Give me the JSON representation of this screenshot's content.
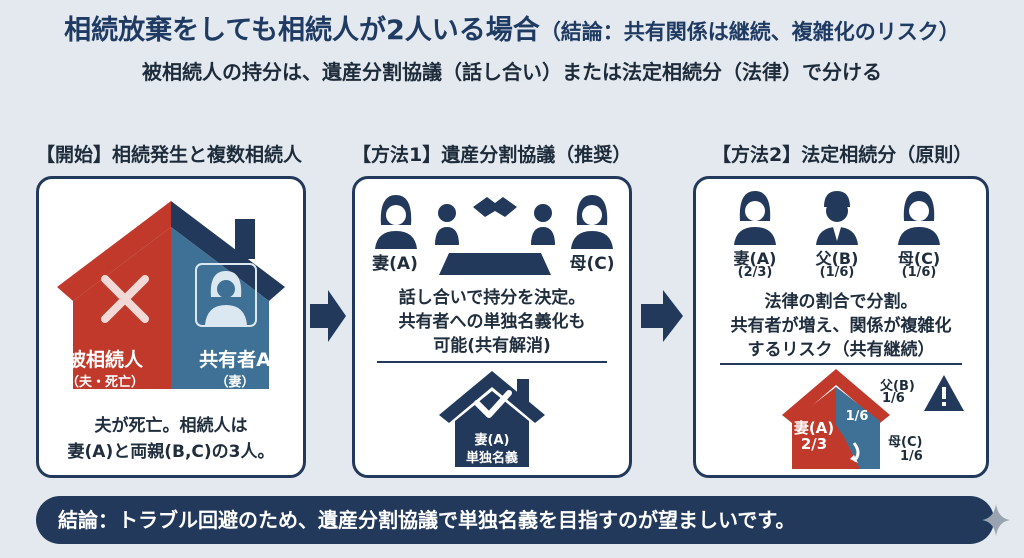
{
  "title": {
    "main": "相続放棄をしても相続人が2人いる場合",
    "sub": "（結論：共有関係は継続、複雑化のリスク）"
  },
  "subtitle": "被相続人の持分は、遺産分割協議（話し合い）または法定相続分（法律）で分ける",
  "columns": [
    {
      "heading": "【開始】相続発生と複数相続人",
      "deceased_label": "被相続人",
      "deceased_note": "（夫・死亡）",
      "coowner_label": "共有者A",
      "coowner_note": "（妻）",
      "body_line1": "夫が死亡。相続人は",
      "body_line2": "妻(A)と両親(B,C)の3人。"
    },
    {
      "heading": "【方法1】遺産分割協議（推奨）",
      "left_person": "妻(A)",
      "right_person": "母(C)",
      "body_line1": "話し合いで持分を決定。",
      "body_line2": "共有者への単独名義化も",
      "body_line3": "可能(共有解消)",
      "house_line1": "妻(A)",
      "house_line2": "単独名義"
    },
    {
      "heading": "【方法2】法定相続分（原則）",
      "heirs": [
        {
          "name": "妻(A)",
          "share": "(2/3)"
        },
        {
          "name": "父(B)",
          "share": "(1/6)"
        },
        {
          "name": "母(C)",
          "share": "(1/6)"
        }
      ],
      "body_line1": "法律の割合で分割。",
      "body_line2": "共有者が増え、関係が複雑化",
      "body_line3": "するリスク（共有継続）",
      "house_a_name": "妻(A)",
      "house_a_share": "2/3",
      "house_mid_share": "1/6",
      "house_b_name": "父(B)",
      "house_b_share": "1/6",
      "house_c_name": "母(C)",
      "house_c_share": "1/6"
    }
  ],
  "conclusion": "結論：トラブル回避のため、遺産分割協議で単独名義を目指すのが望ましいです。",
  "colors": {
    "navy": "#23395b",
    "red": "#c0392b",
    "blue": "#3f7196",
    "bg": "#e3e9ee"
  }
}
